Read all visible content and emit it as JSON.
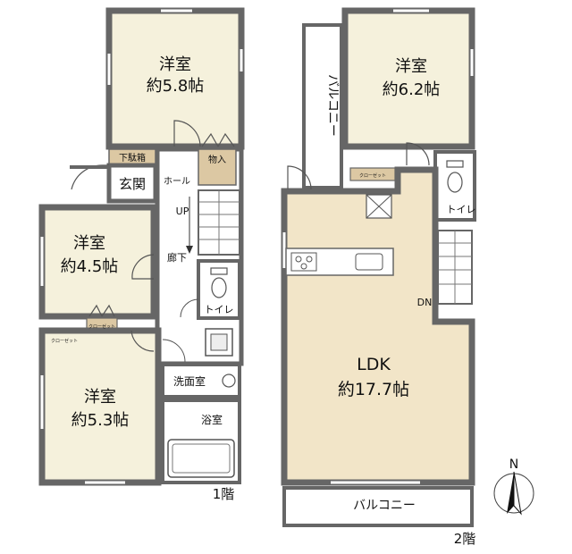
{
  "floor1": {
    "label": "1階",
    "rooms": {
      "western_top": {
        "name": "洋室",
        "size": "約5.8帖"
      },
      "western_mid": {
        "name": "洋室",
        "size": "約4.5帖"
      },
      "western_bottom": {
        "name": "洋室",
        "size": "約5.3帖"
      },
      "entrance": "玄関",
      "shoe_box": "下駄箱",
      "storage": "物入",
      "hall": "ホール",
      "up": "UP",
      "corridor": "廊下",
      "toilet": "トイレ",
      "closet": "クローゼット",
      "washroom": "洗面室",
      "bathroom": "浴室"
    }
  },
  "floor2": {
    "label": "2階",
    "rooms": {
      "western": {
        "name": "洋室",
        "size": "約6.2帖"
      },
      "ldk": {
        "name": "LDK",
        "size": "約17.7帖"
      },
      "balcony_top": "バルコニー",
      "balcony_bottom": "バルコニー",
      "toilet": "トイレ",
      "closet": "クローゼット",
      "down": "DN"
    }
  },
  "compass": {
    "label": "N"
  },
  "colors": {
    "room_fill": "#f5f1dc",
    "ldk_fill": "#f2e5c8",
    "wet_fill": "#ffffff",
    "wall": "#666666",
    "storage_fill": "#dcc8a3"
  }
}
